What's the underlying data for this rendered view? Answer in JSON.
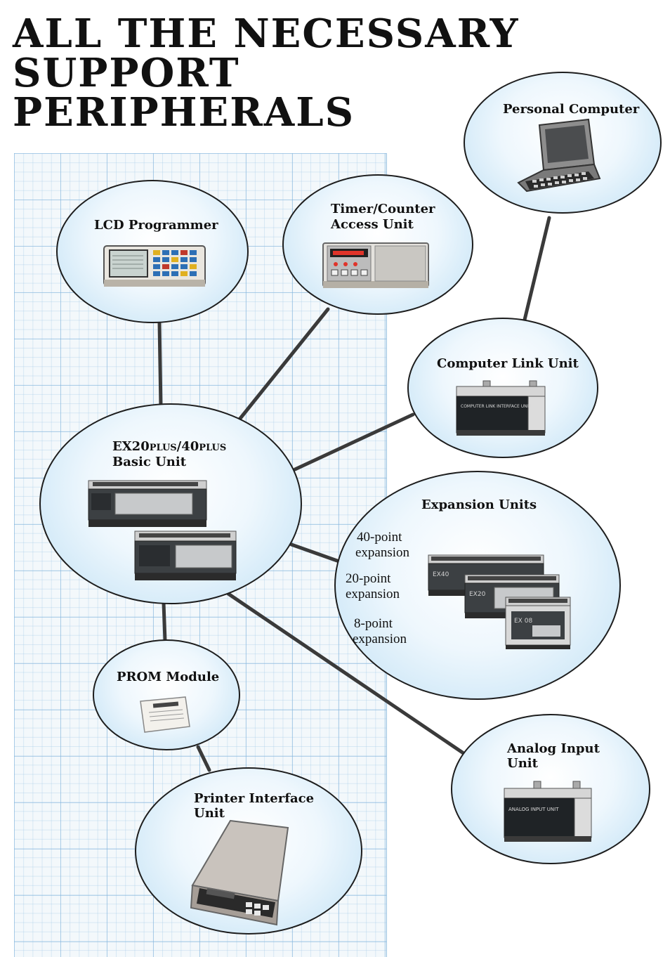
{
  "title": {
    "line1": "ALL THE NECESSARY",
    "line2": "SUPPORT",
    "line3": "PERIPHERALS"
  },
  "nodes": {
    "personal_computer": {
      "label": "Personal Computer"
    },
    "lcd_programmer": {
      "label": "LCD Programmer"
    },
    "timer_counter": {
      "line1": "Timer/Counter",
      "line2": "Access Unit"
    },
    "computer_link": {
      "label": "Computer Link Unit",
      "panel_text": "COMPUTER LINK INTERFACE UNIT"
    },
    "basic_unit": {
      "ex20": "EX20",
      "plus1": "PLUS",
      "sep": "/40",
      "plus2": "PLUS",
      "line2": "Basic Unit"
    },
    "expansion": {
      "label": "Expansion Units",
      "e40a": "40-point",
      "e40b": "expansion",
      "e20a": "20-point",
      "e20b": "expansion",
      "e8a": "8-point",
      "e8b": "expansion",
      "badge40": "EX40",
      "badge20": "EX20",
      "badge8": "EX 08"
    },
    "prom": {
      "label": "PROM Module"
    },
    "analog": {
      "line1": "Analog Input",
      "line2": "Unit",
      "panel_text": "ANALOG INPUT UNIT"
    },
    "printer": {
      "line1": "Printer Interface",
      "line2": "Unit"
    }
  },
  "colors": {
    "bubble_edge": "#bfe0f4",
    "grid": "#82b4dc",
    "line": "#3a3a3a"
  }
}
